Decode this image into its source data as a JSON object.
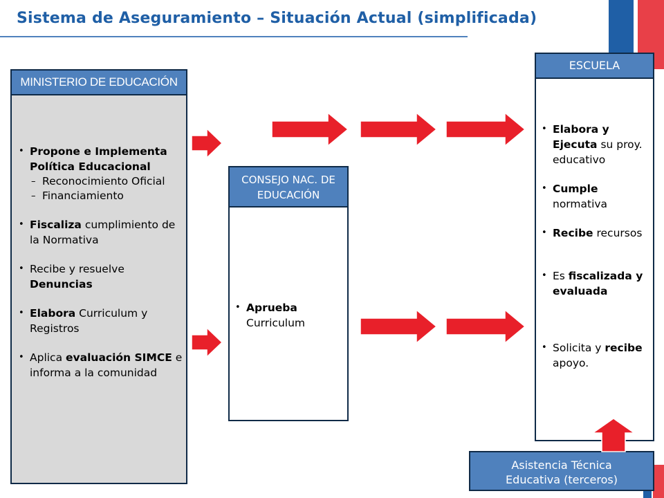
{
  "title": "Sistema de Aseguramiento – Situación Actual (simplificada)",
  "colors": {
    "title": "#1f5fa6",
    "header": "#4f81bd",
    "arrow": "#e8202a",
    "flag_red": "#e84048",
    "flag_blue": "#1f5fa6"
  },
  "ministerio": {
    "header": "MINISTERIO DE EDUCACIÓN",
    "items": [
      {
        "parts": [
          {
            "t": "Propone e Implementa Política Educacional",
            "b": true
          }
        ],
        "sub": [
          "Reconocimiento Oficial",
          "Financiamiento"
        ]
      },
      {
        "parts": [
          {
            "t": "Fiscaliza",
            "b": true
          },
          {
            "t": " cumplimiento de la Normativa",
            "b": false
          }
        ]
      },
      {
        "parts": [
          {
            "t": "Recibe y resuelve ",
            "b": false
          },
          {
            "t": "Denuncias",
            "b": true
          }
        ]
      },
      {
        "parts": [
          {
            "t": "Elabora",
            "b": true
          },
          {
            "t": " Curriculum y Registros",
            "b": false
          }
        ]
      },
      {
        "parts": [
          {
            "t": "Aplica ",
            "b": false
          },
          {
            "t": "evaluación SIMCE",
            "b": true
          },
          {
            "t": " e informa a la comunidad",
            "b": false
          }
        ]
      }
    ]
  },
  "consejo": {
    "header": "CONSEJO NAC. DE EDUCACIÓN",
    "items": [
      {
        "parts": [
          {
            "t": "Aprueba",
            "b": true
          },
          {
            "t": " Curriculum",
            "b": false
          }
        ]
      }
    ]
  },
  "escuela": {
    "header": "ESCUELA",
    "items": [
      {
        "parts": [
          {
            "t": "Elabora y Ejecuta",
            "b": true
          },
          {
            "t": " su proy. educativo",
            "b": false
          }
        ]
      },
      {
        "parts": [
          {
            "t": "Cumple",
            "b": true
          },
          {
            "t": " normativa",
            "b": false
          }
        ]
      },
      {
        "parts": [
          {
            "t": "Recibe",
            "b": true
          },
          {
            "t": " recursos",
            "b": false
          }
        ]
      },
      {
        "parts": [
          {
            "t": "Es ",
            "b": false
          },
          {
            "t": "fiscalizada y evaluada",
            "b": true
          }
        ]
      },
      {
        "parts": [
          {
            "t": "Solicita",
            "b": false
          },
          {
            "t": " y ",
            "b": false
          },
          {
            "t": "recibe",
            "b": true
          },
          {
            "t": " apoyo.",
            "b": false
          }
        ]
      }
    ]
  },
  "asistencia": {
    "line1": "Asistencia Técnica",
    "line2": "Educativa (terceros)"
  }
}
